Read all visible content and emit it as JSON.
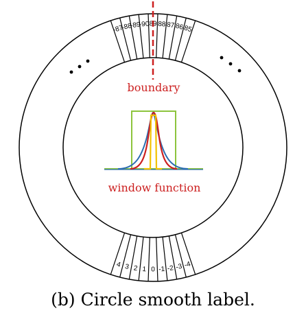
{
  "top_labels": [
    "-87",
    "-88",
    "-89",
    "-90",
    "89",
    "88",
    "87",
    "86",
    "85"
  ],
  "bottom_labels": [
    "-4",
    "-3",
    "-2",
    "-1",
    "0",
    "1",
    "2",
    "3",
    "4"
  ],
  "boundary_label": "boundary",
  "window_label": "window function",
  "caption": "(b) Circle smooth label.",
  "colors": {
    "boundary": "#cc1f1f",
    "window_rect": "#8cc43c",
    "gaussian": "#2b6cb0",
    "triangle": "#cc1f1f",
    "pulse": "#f2c200",
    "text_red": "#cc1f1f"
  }
}
